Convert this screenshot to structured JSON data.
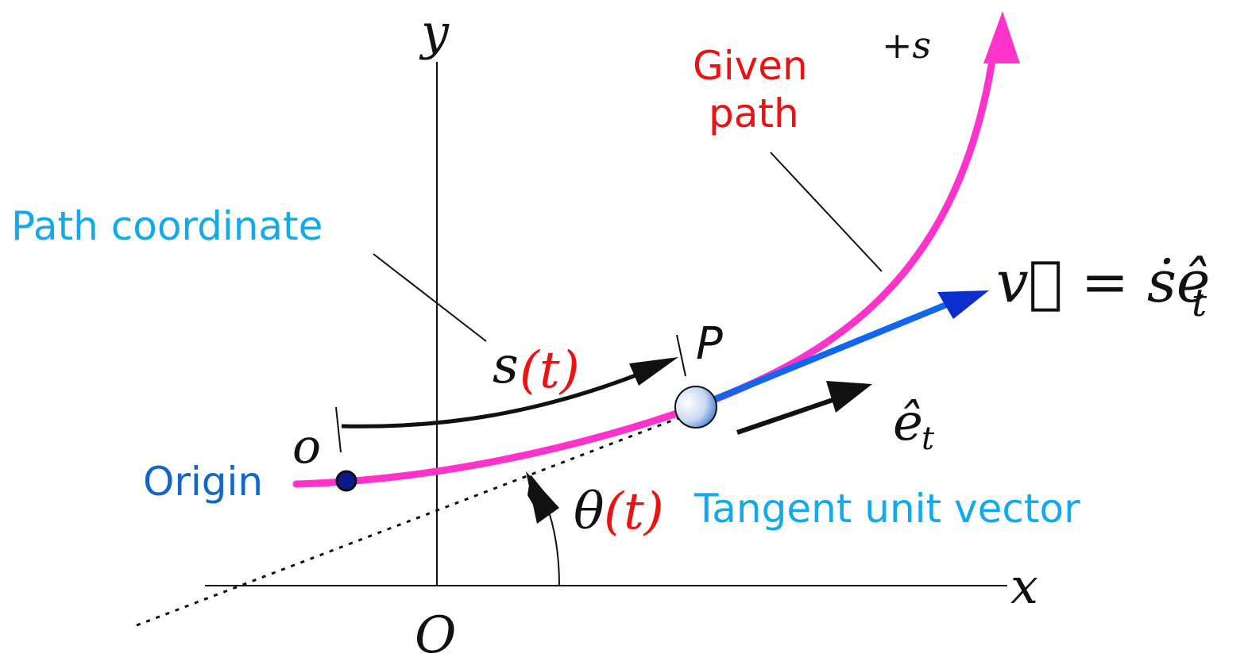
{
  "labels": {
    "y_axis": "y",
    "x_axis": "x",
    "origin_O": "O",
    "origin_o": "o",
    "origin_text": "Origin",
    "given_path_line1": "Given",
    "given_path_line2": "path",
    "plus_s": "+s",
    "path_coordinate": "Path coordinate",
    "s_letter": "s",
    "t_paren": "(t)",
    "point_P": "P",
    "velocity_eq": "v⃗ = ṡê",
    "velocity_sub": "t",
    "unit_e": "ê",
    "unit_sub": "t",
    "theta": "θ",
    "tangent_unit_vector": "Tangent unit vector"
  },
  "colors": {
    "path": "#ff33cc",
    "velocity": "#1166ee",
    "red": "#ee1111",
    "cyan": "#11aaee",
    "blue_text": "#1166cc",
    "black": "#111111"
  }
}
